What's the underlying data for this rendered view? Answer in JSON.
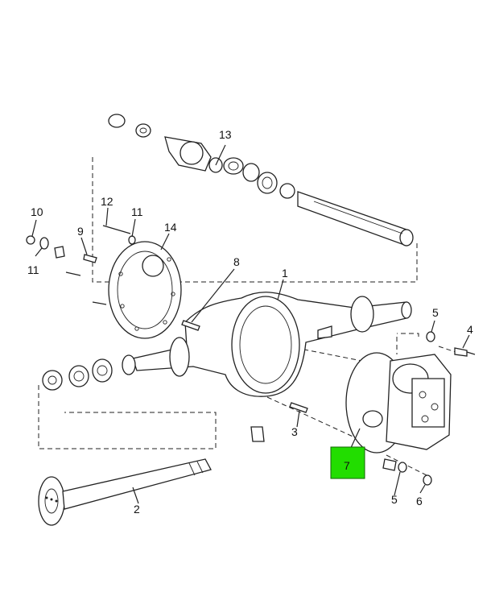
{
  "diagram": {
    "highlight_color": "#22dd00",
    "callouts": {
      "c1": "1",
      "c2": "2",
      "c3": "3",
      "c4": "4",
      "c5a": "5",
      "c5b": "5",
      "c6": "6",
      "c7": "7",
      "c8": "8",
      "c9": "9",
      "c10": "10",
      "c11a": "11",
      "c11b": "11",
      "c12": "12",
      "c13": "13",
      "c14": "14"
    }
  }
}
